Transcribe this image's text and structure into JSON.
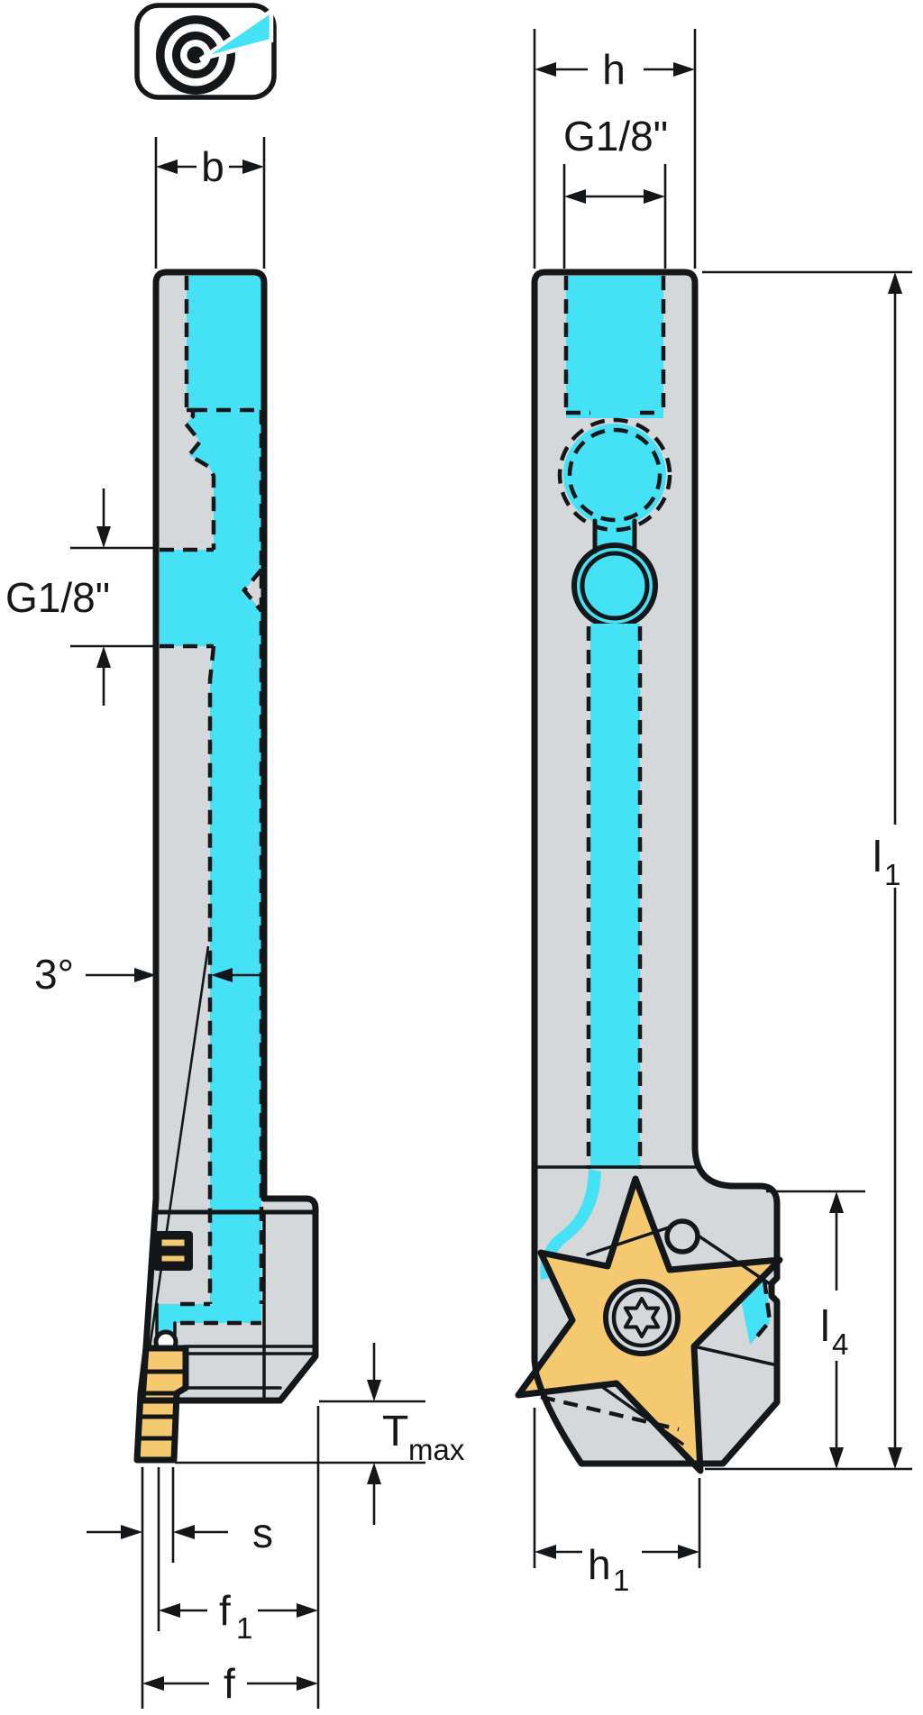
{
  "drawing": {
    "description": "Two-view engineering drawing of a grooving / parting tool holder with internal coolant channels and indexable insert",
    "views": {
      "side": {
        "width_dim": "b",
        "coolant_port": "G1/8\"",
        "taper_angle": "3°",
        "depth_dim_base": "T",
        "depth_dim_sub": "max",
        "insert_width_dim": "s",
        "offset_dim_base": "f",
        "offset_dim_sub": "1",
        "overall_offset_dim": "f"
      },
      "front": {
        "height_dim": "h",
        "coolant_port": "G1/8\"",
        "length_dim_base": "l",
        "length_dim_sub": "1",
        "head_length_dim_base": "l",
        "head_length_dim_sub": "4",
        "head_height_dim_base": "h",
        "head_height_dim_sub": "1"
      }
    }
  },
  "colors": {
    "body": "#d5d8da",
    "coolant": "#45e1f5",
    "insert": "#f5c96f",
    "line": "#14171a",
    "background": "#ffffff"
  }
}
